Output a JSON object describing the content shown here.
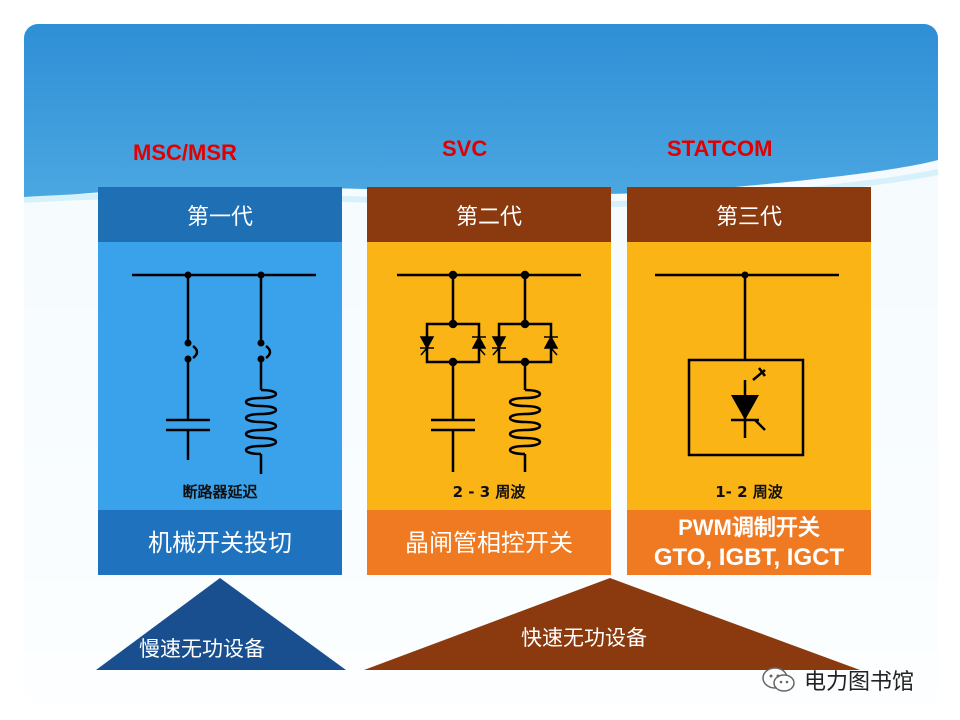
{
  "generations": [
    {
      "tech": "MSC/MSR",
      "label": "第一代",
      "delay": "断路器延迟",
      "method_lines": [
        "机械开关投切"
      ]
    },
    {
      "tech": "SVC",
      "label": "第二代",
      "delay": "2 - 3 周波",
      "method_lines": [
        "晶闸管相控开关"
      ]
    },
    {
      "tech": "STATCOM",
      "label": "第三代",
      "delay": "1- 2 周波",
      "method_lines": [
        "PWM调制开关",
        "GTO, IGBT, IGCT"
      ]
    }
  ],
  "triangles": {
    "slow": "慢速无功设备",
    "fast": "快速无功设备"
  },
  "watermark": "电力图书馆",
  "colors": {
    "blue_head": "#1f6fb5",
    "blue_body": "#3aa2ea",
    "blue_foot": "#1f73be",
    "brown_head": "#8b3a0f",
    "orange_body": "#fbb416",
    "orange_foot": "#f07a22",
    "slow_triangle": "#1a4f8f",
    "fast_triangle": "#8b3a0f"
  }
}
